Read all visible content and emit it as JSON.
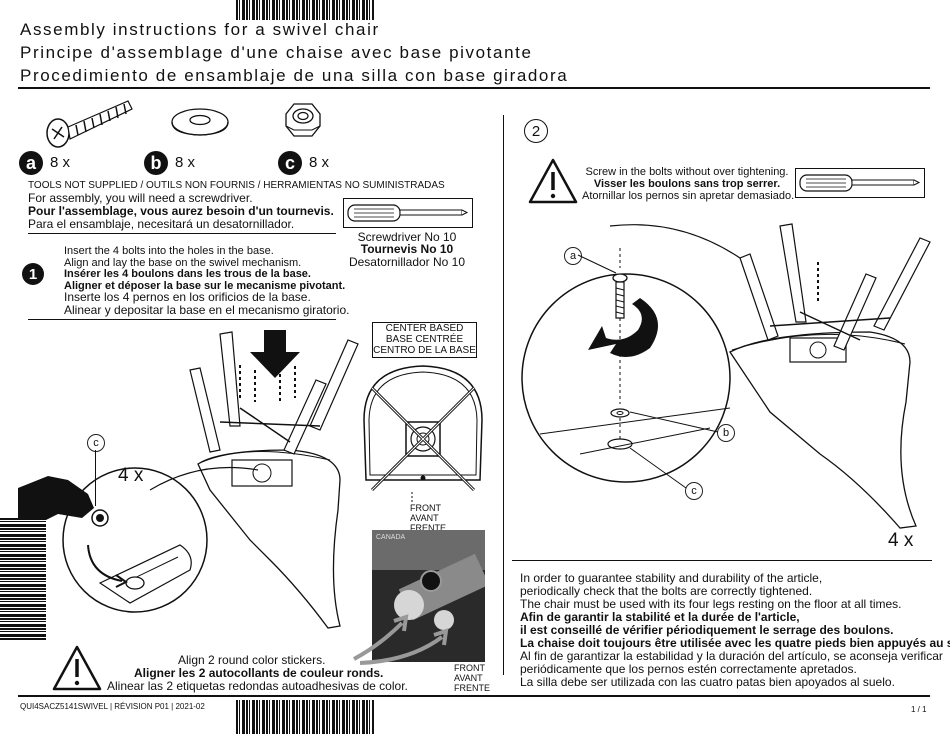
{
  "titles": {
    "en": "Assembly instructions for a swivel chair",
    "fr": "Principe d'assemblage d'une chaise avec base pivotante",
    "es": "Procedimiento de ensamblaje de una silla con base giradora"
  },
  "parts": [
    {
      "letter": "a",
      "qty": "8 x",
      "icon": "bolt-icon"
    },
    {
      "letter": "b",
      "qty": "8 x",
      "icon": "washer-icon"
    },
    {
      "letter": "c",
      "qty": "8 x",
      "icon": "nut-icon"
    }
  ],
  "tools": {
    "not_supplied": "TOOLS NOT SUPPLIED / OUTILS NON FOURNIS / HERRAMIENTAS NO SUMINISTRADAS",
    "en": "For assembly, you will need a screwdriver.",
    "fr": "Pour l'assemblage, vous aurez besoin d'un tournevis.",
    "es": "Para el ensamblaje, necesitará un desatornillador.",
    "caption_en": "Screwdriver  No 10",
    "caption_fr": "Tournevis No 10",
    "caption_es": "Desatornillador No 10"
  },
  "step1": {
    "number": "1",
    "l1": "Insert the 4 bolts into the holes in the base.",
    "l2": "Align and lay the base on the swivel mechanism.",
    "l3": "Insérer les 4 boulons dans les trous de la base.",
    "l4": "Aligner et déposer la base sur le mecanisme pivotant.",
    "l5": "Inserte los 4 pernos en los orificios de la base.",
    "l6": "Alinear y depositar la base en el mecanismo giratorio.",
    "center_based": [
      "CENTER BASED",
      "BASE CENTRÉE",
      "CENTRO DE LA BASE"
    ],
    "front": [
      "FRONT",
      "AVANT",
      "FRENTE"
    ],
    "qty": "4  x",
    "label_c": "c",
    "photo_tag": "CANADA"
  },
  "stickers": {
    "en": "Align 2 round color stickers.",
    "fr": "Aligner les 2 autocollants de couleur ronds.",
    "es": "Alinear las 2 etiquetas redondas autoadhesivas de color.",
    "front": [
      "FRONT",
      "AVANT",
      "FRENTE"
    ]
  },
  "step2": {
    "number": "2",
    "en": "Screw in the bolts without over tightening.",
    "fr": "Visser les boulons sans trop serrer.",
    "es": "Atornillar los pernos sin apretar demasiado.",
    "label_a": "a",
    "label_b": "b",
    "label_c": "c",
    "qty": "4  x"
  },
  "stability": {
    "en1": "In order to guarantee stability and durability of the article,",
    "en2": "periodically check that the bolts are correctly tightened.",
    "en3": "The chair must be used with its four legs resting on the floor at all times.",
    "fr1": "Afin de garantir la stabilité et la durée de l'article,",
    "fr2": "il est conseillé de vérifier périodiquement le serrage des boulons.",
    "fr3": "La chaise doit toujours être utilisée avec les quatre pieds bien appuyés au sol.",
    "es1": "Al fin de garantizar la estabilidad y la duración del artículo, se aconseja verificar",
    "es2": "periódicamente que los pernos estén correctamente apretados.",
    "es3": "La silla debe ser utilizada con las cuatro patas bien apoyados al suelo."
  },
  "footer": {
    "code": "QUI4SACZ5141SWIVEL  |  RÉVISION P01  |  2021-02",
    "page": "1 / 1"
  }
}
